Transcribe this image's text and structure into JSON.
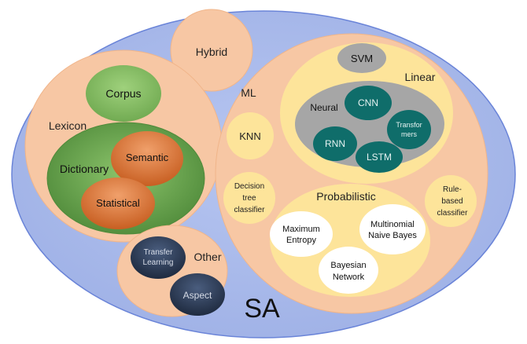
{
  "root": {
    "label": "SA"
  },
  "nodes": {
    "hybrid": {
      "label": "Hybrid"
    },
    "lexicon": {
      "label": "Lexicon"
    },
    "corpus": {
      "label": "Corpus"
    },
    "dictionary": {
      "label": "Dictionary"
    },
    "semantic": {
      "label": "Semantic"
    },
    "statistical": {
      "label": "Statistical"
    },
    "other": {
      "label": "Other"
    },
    "transfer_learning": {
      "label_line1": "Transfer",
      "label_line2": "Learning"
    },
    "aspect": {
      "label": "Aspect"
    },
    "ml": {
      "label": "ML"
    },
    "linear": {
      "label": "Linear"
    },
    "svm": {
      "label": "SVM"
    },
    "neural": {
      "label": "Neural"
    },
    "cnn": {
      "label": "CNN"
    },
    "rnn": {
      "label": "RNN"
    },
    "lstm": {
      "label": "LSTM"
    },
    "transformers": {
      "label_line1": "Transfor",
      "label_line2": "mers"
    },
    "knn": {
      "label": "KNN"
    },
    "decision_tree": {
      "label_line1": "Decision",
      "label_line2": "tree",
      "label_line3": "classifier"
    },
    "rule_based": {
      "label_line1": "Rule-",
      "label_line2": "based",
      "label_line3": "classifier"
    },
    "probabilistic": {
      "label": "Probabilistic"
    },
    "maximum_entropy": {
      "label_line1": "Maximum",
      "label_line2": "Entropy"
    },
    "multinomial_nb": {
      "label_line1": "Multinomial",
      "label_line2": "Naive Bayes"
    },
    "bayesian_network": {
      "label_line1": "Bayesian",
      "label_line2": "Network"
    }
  },
  "colors": {
    "outer_fill": "#a9b9ea",
    "outer_stroke": "#6a84d8",
    "peach": "#f7c7a4",
    "yellow": "#fde49a",
    "gray": "#a6a6a6",
    "teal": "#0f6d6a",
    "green_light": "#8cc46b",
    "green_dark": "#5f9a47",
    "orange": "#e17a3c",
    "navy": "#2b3a55",
    "white": "#ffffff"
  }
}
